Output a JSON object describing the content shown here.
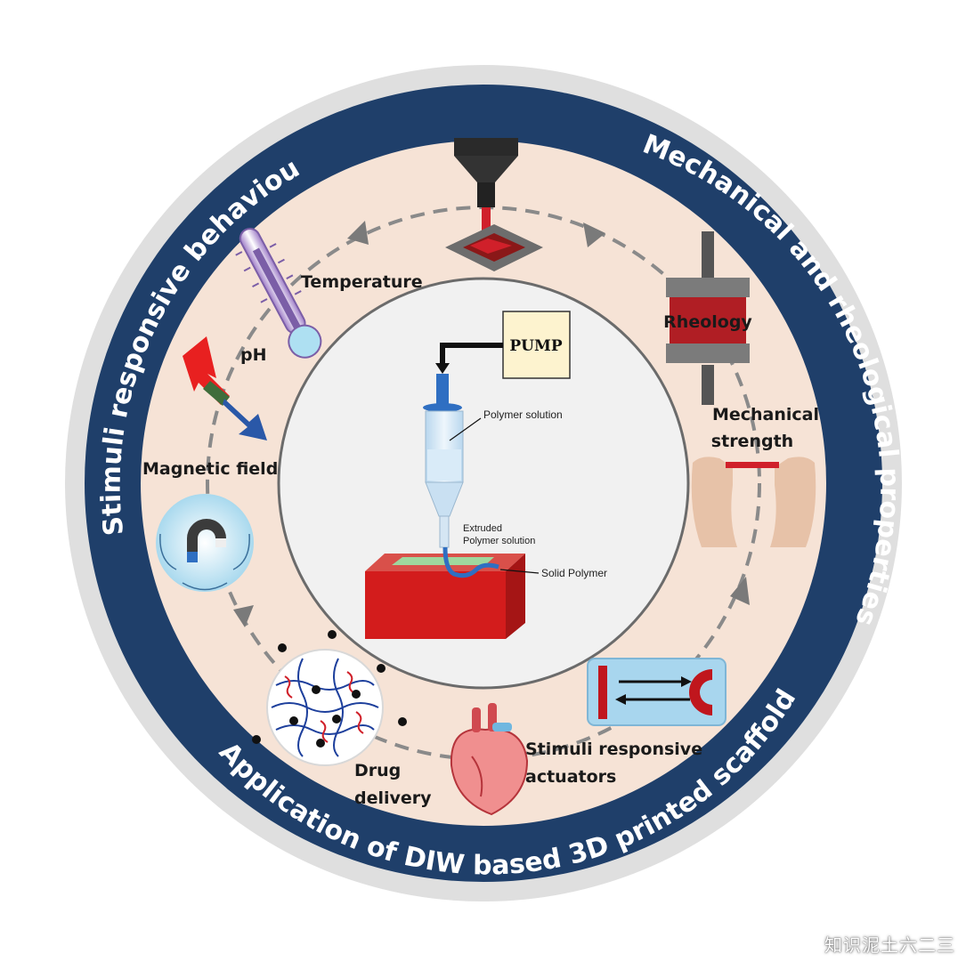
{
  "ring_titles": {
    "top_left": "Stimuli responsive behaviour",
    "top_right": "Mechanical and rheological properties",
    "bottom": "Application of DIW based 3D printed scaffolds"
  },
  "center": {
    "pump": "PUMP",
    "polymer_solution": "Polymer solution",
    "extruded_line1": "Extruded",
    "extruded_line2": "Polymer solution",
    "solid_polymer": "Solid Polymer"
  },
  "labels": {
    "temperature": "Temperature",
    "ph": "pH",
    "magnetic_field": "Magnetic field",
    "rheology": "Rheology",
    "mechanical_line1": "Mechanical",
    "mechanical_line2": "strength",
    "actuators_line1": "Stimuli responsive",
    "actuators_line2": "actuators",
    "drug_line1": "Drug",
    "drug_line2": "delivery"
  },
  "watermark": "知识泥土六二三",
  "colors": {
    "outer_ring": "#1f3f6a",
    "peach": "#f6e3d6",
    "inner_circle": "#f1f1f1",
    "accent_red": "#d0202a",
    "accent_blue": "#2f6fc2"
  }
}
